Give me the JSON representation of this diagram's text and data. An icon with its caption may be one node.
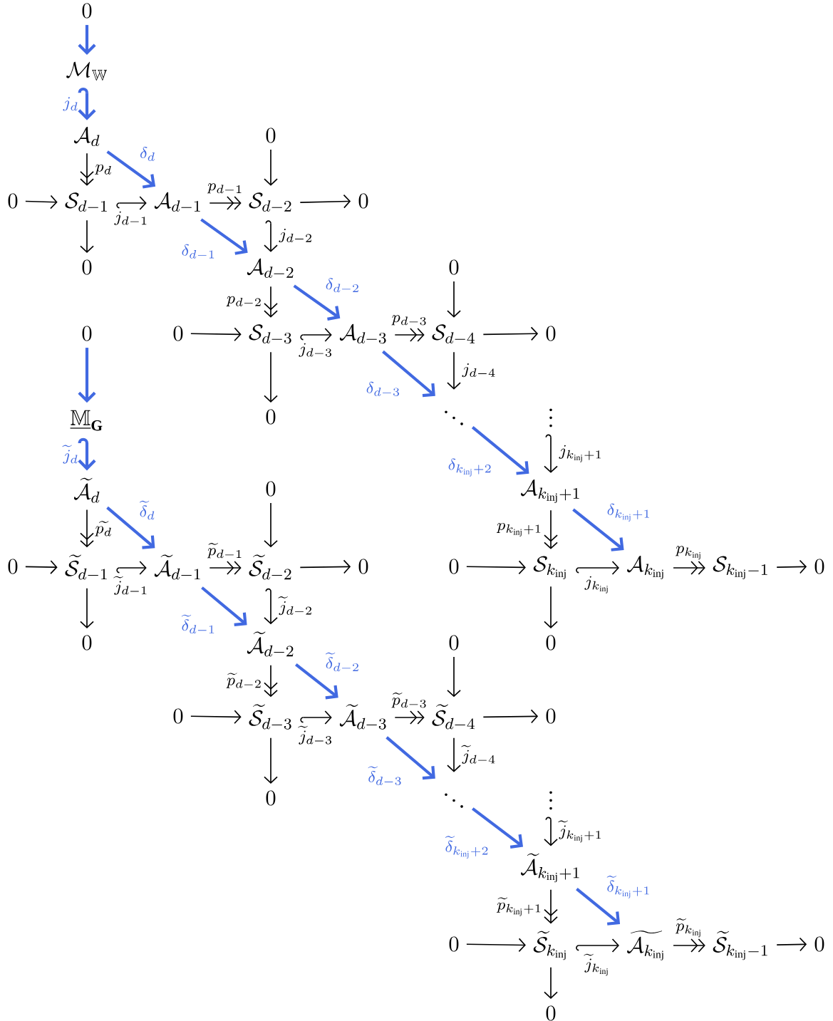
{
  "diagram": {
    "nodes": [
      {
        "text": [
          "0"
        ]
      },
      {
        "text": [
          "\\mathcal{M}_{\\mathbb{W}}"
        ]
      },
      {
        "text": [
          "\\mathcal{A}_{d}"
        ]
      },
      {
        "text": [
          "0"
        ]
      },
      {
        "text": [
          "0"
        ]
      },
      {
        "text": [
          "\\mathcal{S}_{d-1}"
        ]
      },
      {
        "text": [
          "\\mathcal{A}_{d-1}"
        ]
      },
      {
        "text": [
          "\\mathcal{S}_{d-2}"
        ]
      },
      {
        "text": [
          "0"
        ]
      },
      {
        "text": [
          "0"
        ]
      },
      {
        "text": [
          "\\mathcal{A}_{d-2}"
        ]
      },
      {
        "text": [
          "0"
        ]
      },
      {
        "text": [
          "0"
        ]
      },
      {
        "text": [
          "\\mathcal{S}_{d-3}"
        ]
      },
      {
        "text": [
          "\\mathcal{A}_{d-3}"
        ]
      },
      {
        "text": [
          "\\mathcal{S}_{d-4}"
        ]
      },
      {
        "text": [
          "0"
        ]
      },
      {
        "text": [
          "0"
        ]
      },
      {
        "text": [
          "\\ddots"
        ]
      },
      {
        "text": [
          "\\vdots"
        ]
      },
      {
        "text": [
          "\\mathcal{A}_{k_{\\mathrm{inj}}+1}"
        ]
      },
      {
        "text": [
          "0"
        ]
      },
      {
        "text": [
          "\\mathcal{S}_{k_{\\mathrm{inj}}}"
        ]
      },
      {
        "text": [
          "\\mathcal{A}_{k_{\\mathrm{inj}}}"
        ]
      },
      {
        "text": [
          "\\mathcal{S}_{k_{\\mathrm{inj}}-1}"
        ]
      },
      {
        "text": [
          "0"
        ]
      },
      {
        "text": [
          "0"
        ]
      },
      {
        "text": [
          "0"
        ]
      },
      {
        "text": [
          "\\underline{\\mathbb{M}}_{\\mathbf{G}}"
        ]
      },
      {
        "text": [
          "\\widetilde{\\mathcal{A}}_{d}"
        ]
      },
      {
        "text": [
          "0"
        ]
      },
      {
        "text": [
          "0"
        ]
      },
      {
        "text": [
          "\\widetilde{\\mathcal{S}}_{d-1}"
        ]
      },
      {
        "text": [
          "\\widetilde{\\mathcal{A}}_{d-1}"
        ]
      },
      {
        "text": [
          "\\widetilde{\\mathcal{S}}_{d-2}"
        ]
      },
      {
        "text": [
          "0"
        ]
      },
      {
        "text": [
          "0"
        ]
      },
      {
        "text": [
          "\\widetilde{\\mathcal{A}}_{d-2}"
        ]
      },
      {
        "text": [
          "0"
        ]
      },
      {
        "text": [
          "0"
        ]
      },
      {
        "text": [
          "\\widetilde{\\mathcal{S}}_{d-3}"
        ]
      },
      {
        "text": [
          "\\widetilde{\\mathcal{A}}_{d-3}"
        ]
      },
      {
        "text": [
          "\\widetilde{\\mathcal{S}}_{d-4}"
        ]
      },
      {
        "text": [
          "0"
        ]
      },
      {
        "text": [
          "0"
        ]
      },
      {
        "text": [
          "\\ddots"
        ]
      },
      {
        "text": [
          "\\vdots"
        ]
      },
      {
        "text": [
          "\\widetilde{\\mathcal{A}}_{k_{\\mathrm{inj}}+1}"
        ]
      },
      {
        "text": [
          "0"
        ]
      },
      {
        "text": [
          "\\widetilde{\\mathcal{S}}_{k_{\\mathrm{inj}}}"
        ]
      },
      {
        "text": [
          "\\widetilde{\\mathcal{A}_{k_{\\mathrm{inj}}}}"
        ]
      },
      {
        "text": [
          "\\widetilde{\\mathcal{S}}_{k_{\\mathrm{inj}}-1}"
        ]
      },
      {
        "text": [
          "0"
        ]
      },
      {
        "text": [
          "0"
        ]
      }
    ],
    "edges": [
      {
        "from": 0,
        "to": 1,
        "arrow": "to",
        "style": "thick",
        "color": "#4169e1"
      },
      {
        "from": 1,
        "to": 2,
        "arrow": "to",
        "label": "j_{d}",
        "style": "thick",
        "color": "#4169e1"
      },
      {
        "from": 2,
        "to": 5,
        "arrow": "to",
        "label": "p_{d}"
      },
      {
        "from": 2,
        "to": 6,
        "arrow": "to",
        "label": "\\delta_{d}",
        "style": "thick",
        "color": "#4169e1"
      },
      {
        "from": 3,
        "to": 7,
        "arrow": "to"
      },
      {
        "from": 4,
        "to": 5,
        "arrow": "to"
      },
      {
        "from": 5,
        "to": 6,
        "arrow": "to",
        "label": "j_{d-1}"
      },
      {
        "from": 6,
        "to": 7,
        "arrow": "to",
        "label": "p_{d-1}"
      },
      {
        "from": 7,
        "to": 8,
        "arrow": "to"
      },
      {
        "from": 5,
        "to": 9,
        "arrow": "to"
      },
      {
        "from": 7,
        "to": 10,
        "arrow": "to",
        "label": "j_{d-2}"
      },
      {
        "from": 6,
        "to": 10,
        "arrow": "to",
        "label": "\\delta_{d-1}",
        "style": "thick",
        "color": "#4169e1"
      },
      {
        "from": 10,
        "to": 13,
        "arrow": "to",
        "label": "p_{d-2}"
      },
      {
        "from": 10,
        "to": 14,
        "arrow": "to",
        "label": "\\delta_{d-2}",
        "style": "thick",
        "color": "#4169e1"
      },
      {
        "from": 11,
        "to": 15,
        "arrow": "to"
      },
      {
        "from": 12,
        "to": 13,
        "arrow": "to"
      },
      {
        "from": 13,
        "to": 14,
        "arrow": "to",
        "label": "j_{d-3}"
      },
      {
        "from": 14,
        "to": 15,
        "arrow": "to",
        "label": "p_{d-3}"
      },
      {
        "from": 15,
        "to": 16,
        "arrow": "to"
      },
      {
        "from": 13,
        "to": 17,
        "arrow": "to"
      },
      {
        "from": 15,
        "to": 18,
        "arrow": "to",
        "label": "j_{d-4}"
      },
      {
        "from": 14,
        "to": 18,
        "arrow": "to",
        "label": "\\delta_{d-3}",
        "style": "thick",
        "color": "#4169e1"
      },
      {
        "from": 18,
        "to": 20,
        "arrow": "to",
        "label": "\\delta_{k_{\\mathrm{inj}}+2}",
        "style": "thick",
        "color": "#4169e1"
      },
      {
        "from": 19,
        "to": 20,
        "arrow": "to",
        "label": "j_{k_{\\mathrm{inj}}+1}"
      },
      {
        "from": 20,
        "to": 22,
        "arrow": "to",
        "label": "p_{k_{\\mathrm{inj}}+1}"
      },
      {
        "from": 20,
        "to": 23,
        "arrow": "to",
        "label": "\\delta_{k_{\\mathrm{inj}}+1}",
        "style": "thick",
        "color": "#4169e1"
      },
      {
        "from": 21,
        "to": 22,
        "arrow": "to"
      },
      {
        "from": 22,
        "to": 23,
        "arrow": "to",
        "label": "j_{k_{\\mathrm{inj}}}"
      },
      {
        "from": 23,
        "to": 24,
        "arrow": "to",
        "label": "p_{k_{\\mathrm{inj}}}"
      },
      {
        "from": 24,
        "to": 25,
        "arrow": "to"
      },
      {
        "from": 22,
        "to": 26,
        "arrow": "to"
      },
      {
        "from": 27,
        "to": 28,
        "arrow": "to",
        "style": "thick",
        "color": "#4169e1"
      },
      {
        "from": 28,
        "to": 29,
        "arrow": "to",
        "label": "\\widetilde{j}_{d}",
        "style": "thick",
        "color": "#4169e1"
      },
      {
        "from": 29,
        "to": 32,
        "arrow": "to",
        "label": "\\widetilde{p_{d}}"
      },
      {
        "from": 29,
        "to": 33,
        "arrow": "to",
        "label": "\\widetilde{\\delta}_{d}",
        "style": "thick",
        "color": "#4169e1"
      },
      {
        "from": 30,
        "to": 34,
        "arrow": "to"
      },
      {
        "from": 31,
        "to": 32,
        "arrow": "to"
      },
      {
        "from": 32,
        "to": 33,
        "arrow": "to",
        "label": "\\widetilde{j}_{d-1}"
      },
      {
        "from": 33,
        "to": 34,
        "arrow": "to",
        "label": "\\widetilde{p}_{d-1}"
      },
      {
        "from": 34,
        "to": 35,
        "arrow": "to"
      },
      {
        "from": 32,
        "to": 36,
        "arrow": "to"
      },
      {
        "from": 34,
        "to": 37,
        "arrow": "to",
        "label": "\\widetilde{j}_{d-2}"
      },
      {
        "from": 33,
        "to": 37,
        "arrow": "to",
        "label": "\\widetilde{\\delta}_{d-1}",
        "style": "thick",
        "color": "#4169e1"
      },
      {
        "from": 37,
        "to": 40,
        "arrow": "to",
        "label": "\\widetilde{p}_{d-2}"
      },
      {
        "from": 37,
        "to": 41,
        "arrow": "to",
        "label": "\\widetilde{\\delta}_{d-2}",
        "style": "thick",
        "color": "#4169e1"
      },
      {
        "from": 38,
        "to": 42,
        "arrow": "to"
      },
      {
        "from": 39,
        "to": 40,
        "arrow": "to"
      },
      {
        "from": 40,
        "to": 41,
        "arrow": "to",
        "label": "\\widetilde{j}_{d-3}"
      },
      {
        "from": 41,
        "to": 42,
        "arrow": "to",
        "label": "\\widetilde{p}_{d-3}"
      },
      {
        "from": 42,
        "to": 43,
        "arrow": "to"
      },
      {
        "from": 40,
        "to": 44,
        "arrow": "to"
      },
      {
        "from": 42,
        "to": 45,
        "arrow": "to",
        "label": "\\widetilde{j}_{d-4}"
      },
      {
        "from": 41,
        "to": 45,
        "arrow": "to",
        "label": "\\widetilde{\\delta}_{d-3}",
        "style": "thick",
        "color": "#4169e1"
      },
      {
        "from": 45,
        "to": 47,
        "arrow": "to",
        "label": "\\widetilde{\\delta}_{k_{\\mathrm{inj}}+2}",
        "style": "thick",
        "color": "#4169e1"
      },
      {
        "from": 46,
        "to": 47,
        "arrow": "to",
        "label": "\\widetilde{j}_{k_{\\mathrm{inj}}+1}"
      },
      {
        "from": 47,
        "to": 49,
        "arrow": "to",
        "label": "\\widetilde{p}_{k_{\\mathrm{inj}}+1}"
      },
      {
        "from": 47,
        "to": 50,
        "arrow": "to",
        "label": "\\widetilde{\\delta}_{k_{\\mathrm{inj}}+1}",
        "style": "thick",
        "color": "#4169e1"
      },
      {
        "from": 48,
        "to": 49,
        "arrow": "to"
      },
      {
        "from": 49,
        "to": 50,
        "arrow": "to",
        "label": "\\widetilde{j}_{k_{\\mathrm{inj}}}"
      },
      {
        "from": 50,
        "to": 51,
        "arrow": "to",
        "label": "\\widetilde{p}_{k_{\\mathrm{inj}}}"
      },
      {
        "from": 51,
        "to": 52,
        "arrow": "to"
      },
      {
        "from": 49,
        "to": 53,
        "arrow": "to"
      }
    ]
  }
}
